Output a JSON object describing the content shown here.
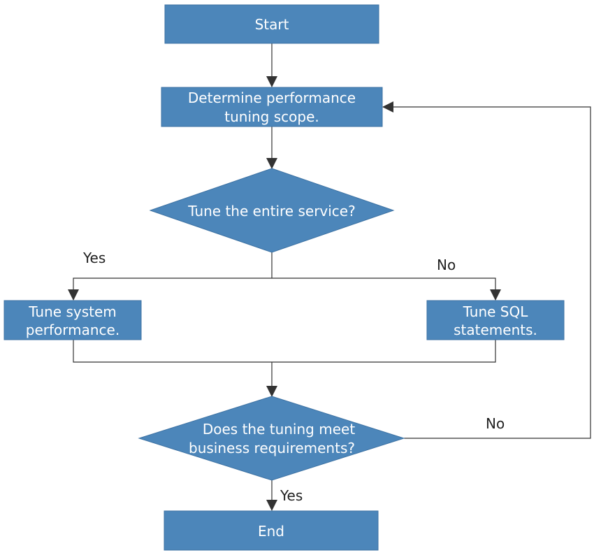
{
  "colors": {
    "node_fill": "#4c86ba",
    "node_stroke": "#3d72a3",
    "node_text": "#ffffff",
    "connector": "#333333",
    "label_text": "#222222",
    "background": "#ffffff"
  },
  "nodes": {
    "start": {
      "label": "Start"
    },
    "determine_scope": {
      "line1": "Determine performance",
      "line2": "tuning scope."
    },
    "decision_entire_service": {
      "label": "Tune the entire service?"
    },
    "tune_system": {
      "line1": "Tune system",
      "line2": "performance."
    },
    "tune_sql": {
      "line1": "Tune SQL",
      "line2": "statements."
    },
    "decision_requirements": {
      "line1": "Does the tuning meet",
      "line2": "business requirements?"
    },
    "end": {
      "label": "End"
    }
  },
  "edge_labels": {
    "entire_yes": "Yes",
    "entire_no": "No",
    "requirements_no": "No",
    "requirements_yes": "Yes"
  }
}
